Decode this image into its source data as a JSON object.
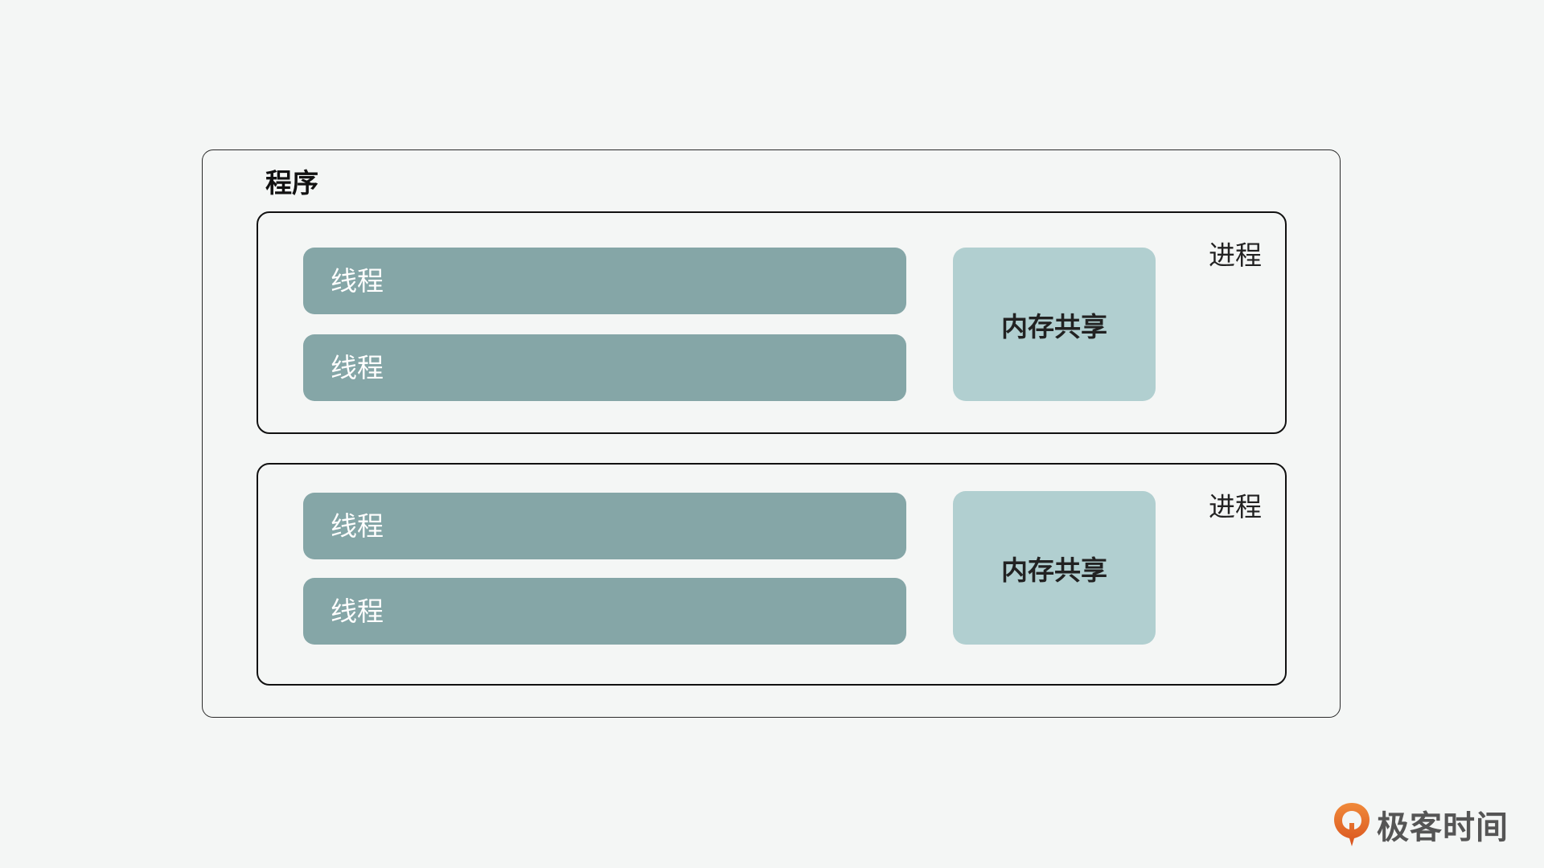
{
  "program": {
    "title": "程序"
  },
  "processes": [
    {
      "label": "进程",
      "threads": [
        "线程",
        "线程"
      ],
      "memory_label": "内存共享"
    },
    {
      "label": "进程",
      "threads": [
        "线程",
        "线程"
      ],
      "memory_label": "内存共享"
    }
  ],
  "brand": {
    "name": "极客时间",
    "icon": "geektime-logo-icon"
  },
  "colors": {
    "background": "#f4f6f5",
    "thread_fill": "#85a6a7",
    "memory_fill": "#b1cfd0",
    "brand_orange": "#e8732c"
  }
}
